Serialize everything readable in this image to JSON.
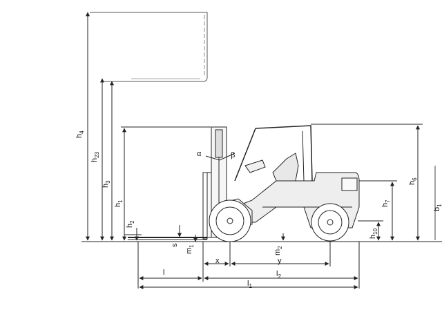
{
  "diagram": {
    "colors": {
      "ink": "#222222",
      "body_fill": "#eeeeee",
      "light_fill": "#f6f6f6"
    },
    "labels": {
      "h4": {
        "main": "h",
        "sub": "4"
      },
      "h23": {
        "main": "h",
        "sub": "23"
      },
      "h3": {
        "main": "h",
        "sub": "3"
      },
      "h1": {
        "main": "h",
        "sub": "1"
      },
      "h2": {
        "main": "h",
        "sub": "2"
      },
      "s": {
        "main": "s",
        "sub": ""
      },
      "m1": {
        "main": "m",
        "sub": "1"
      },
      "m2": {
        "main": "m",
        "sub": "2"
      },
      "alpha": {
        "main": "α",
        "sub": ""
      },
      "beta": {
        "main": "β",
        "sub": ""
      },
      "h6": {
        "main": "h",
        "sub": "6"
      },
      "h7": {
        "main": "h",
        "sub": "7"
      },
      "h10": {
        "main": "h",
        "sub": "10"
      },
      "b1": {
        "main": "b",
        "sub": "1"
      },
      "x": {
        "main": "x",
        "sub": ""
      },
      "y": {
        "main": "y",
        "sub": ""
      },
      "l": {
        "main": "l",
        "sub": ""
      },
      "l2": {
        "main": "l",
        "sub": "2"
      },
      "l1": {
        "main": "l",
        "sub": "1"
      }
    }
  }
}
